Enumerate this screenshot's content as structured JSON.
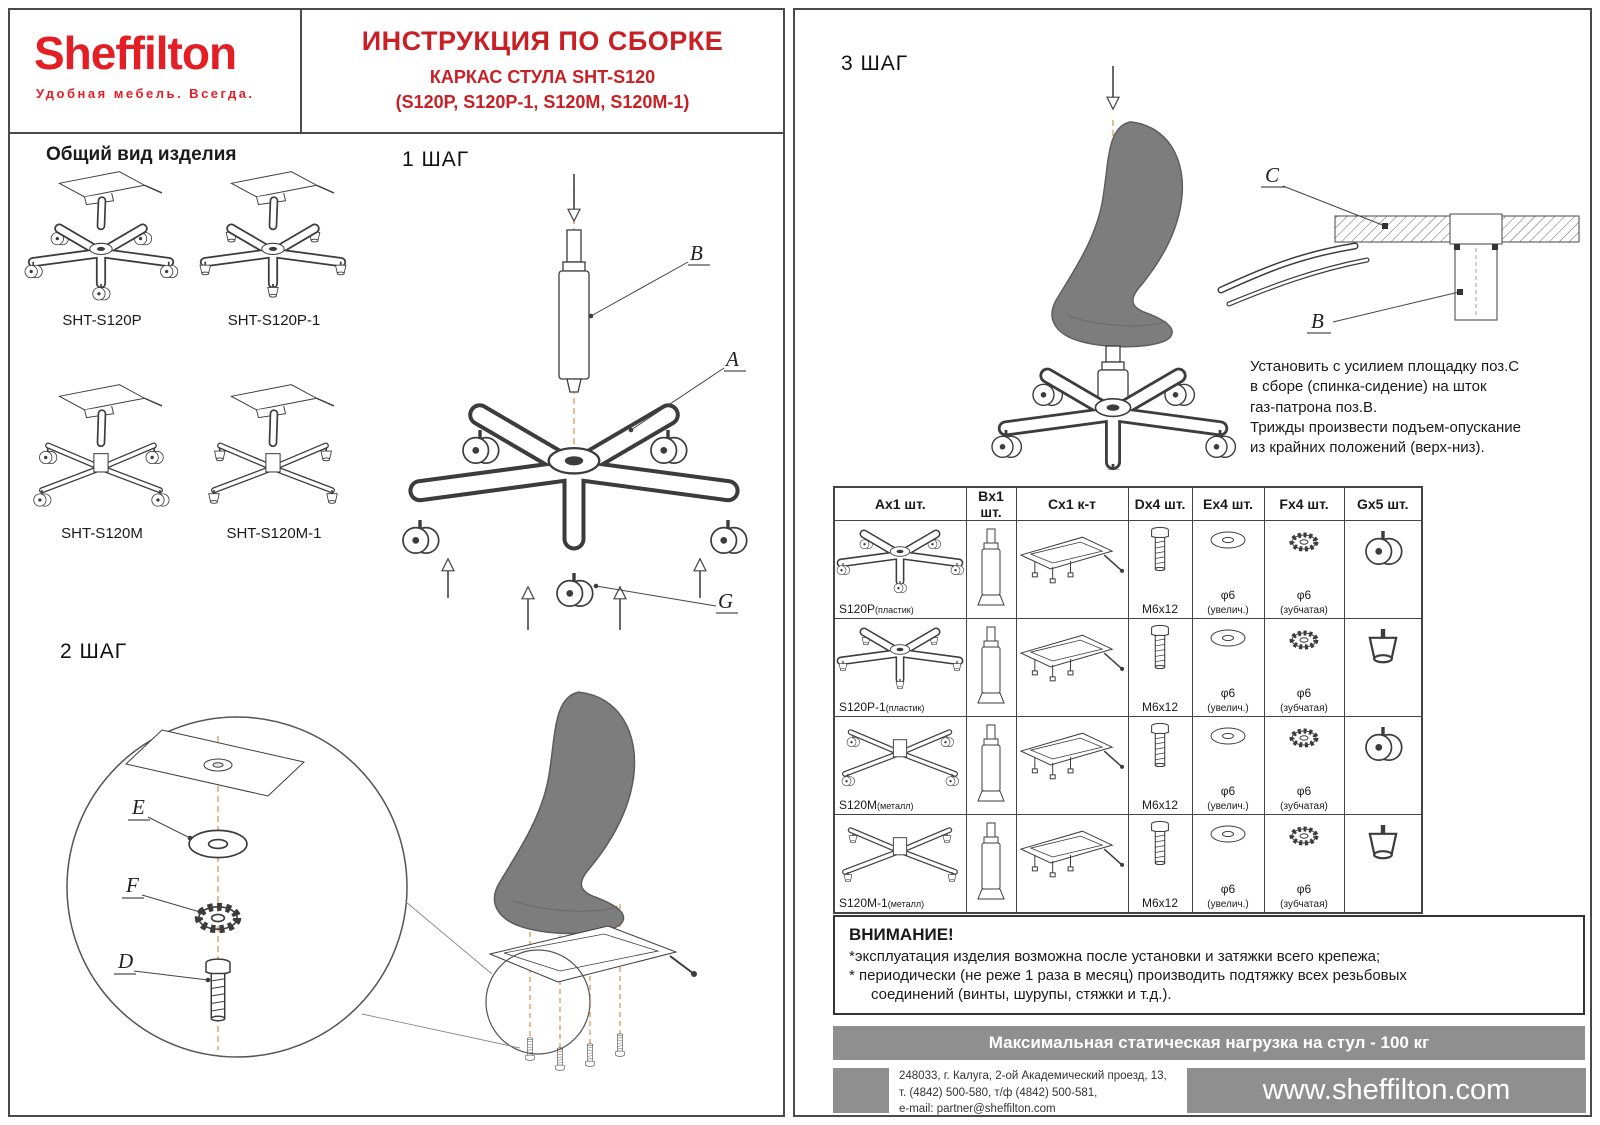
{
  "colors": {
    "accent_red": "#c92026",
    "logo_red": "#e31e24",
    "bar_gray": "#8f8f8f",
    "shell_gray": "#7d7d7d",
    "line_orange": "#d78f4d"
  },
  "page_left": {
    "logo": {
      "name": "Sheffilton",
      "tagline": "Удобная мебель. Всегда."
    },
    "header": {
      "title": "ИНСТРУКЦИЯ ПО СБОРКЕ",
      "subtitle1": "КАРКАС СТУЛА SHT-S120",
      "subtitle2": "(S120P, S120P-1, S120M, S120M-1)"
    },
    "overview": {
      "title": "Общий вид изделия",
      "models": [
        "SHT-S120P",
        "SHT-S120P-1",
        "SHT-S120M",
        "SHT-S120M-1"
      ]
    },
    "step1": {
      "title": "1 ШАГ",
      "label_b": "B",
      "label_a": "A",
      "label_g": "G"
    },
    "step2": {
      "title": "2 ШАГ",
      "label_e": "E",
      "label_f": "F",
      "label_d": "D"
    }
  },
  "page_right": {
    "step3": {
      "title": "3 ШАГ",
      "label_c": "C",
      "label_b": "B",
      "instruction": "Установить с усилием площадку поз.С\nв сборе (спинка-сидение) на шток\nгаз-патрона поз.В.\nТрижды произвести подъем-опускание\nиз крайних положений (верх-низ)."
    },
    "parts_table": {
      "headers": [
        "Ax1 шт.",
        "Bx1 шт.",
        "Cx1 к-т",
        "Dx4 шт.",
        "Ex4 шт.",
        "Fx4 шт.",
        "Gx5 шт."
      ],
      "rows": [
        {
          "model": "S120P",
          "material": "(пластик)",
          "bolt": "M6x12",
          "washer_d": "φ6",
          "washer_note": "(увелич.)",
          "tooth_d": "φ6",
          "tooth_note": "(зубчатая)"
        },
        {
          "model": "S120P-1",
          "material": "(пластик)",
          "bolt": "M6x12",
          "washer_d": "φ6",
          "washer_note": "(увелич.)",
          "tooth_d": "φ6",
          "tooth_note": "(зубчатая)"
        },
        {
          "model": "S120M",
          "material": "(металл)",
          "bolt": "M6x12",
          "washer_d": "φ6",
          "washer_note": "(увелич.)",
          "tooth_d": "φ6",
          "tooth_note": "(зубчатая)"
        },
        {
          "model": "S120M-1",
          "material": "(металл)",
          "bolt": "M6x12",
          "washer_d": "φ6",
          "washer_note": "(увелич.)",
          "tooth_d": "φ6",
          "tooth_note": "(зубчатая)"
        }
      ]
    },
    "warning": {
      "title": "ВНИМАНИЕ!",
      "line1": "*эксплуатация изделия возможна после установки и затяжки всего крепежа;",
      "line2": "* периодически (не реже 1 раза в месяц) производить подтяжку всех резьбовых",
      "line3": "соединений (винты, шурупы, стяжки и т.д.)."
    },
    "load_note": "Максимальная статическая нагрузка на стул - 100 кг",
    "footer": {
      "address1": "248033, г. Калуга, 2-ой Академический проезд, 13,",
      "address2": "т. (4842) 500-580, т/ф (4842) 500-581,",
      "address3": "e-mail: partner@sheffilton.com",
      "website": "www.sheffilton.com"
    }
  }
}
